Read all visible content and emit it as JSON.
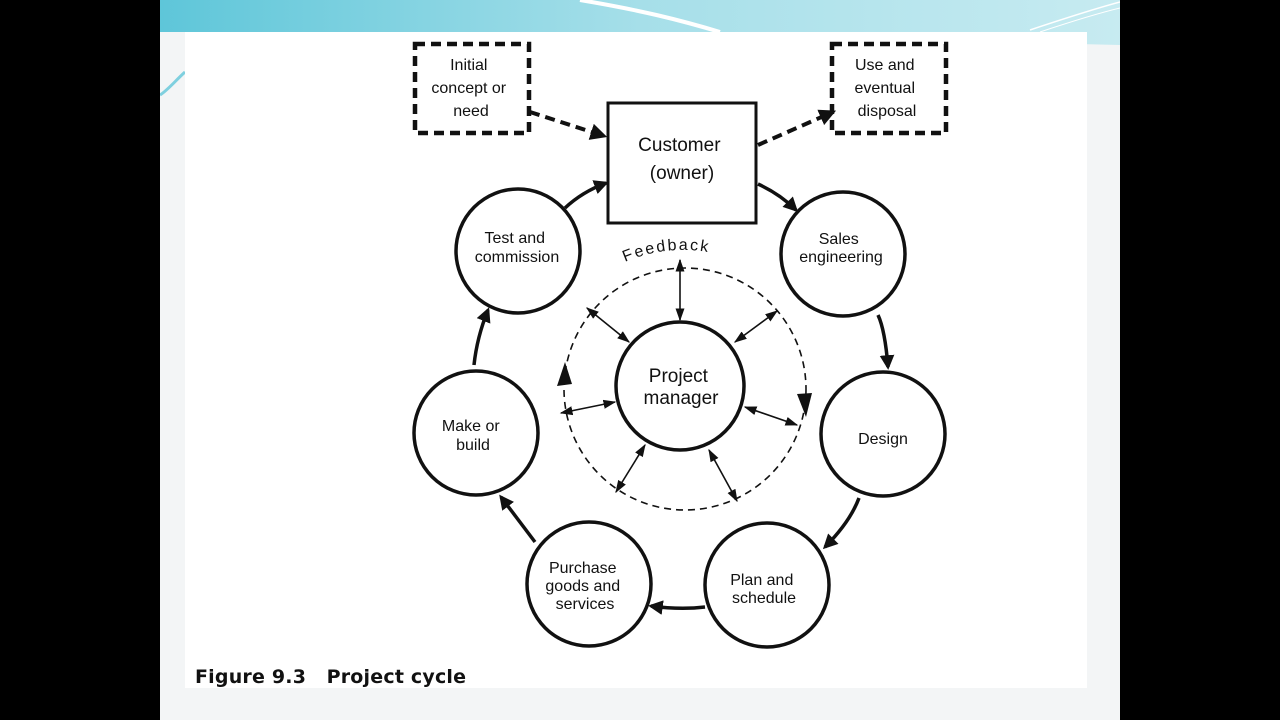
{
  "diagram": {
    "customer": [
      "Customer",
      "(owner)"
    ],
    "initial": [
      "Initial",
      "concept or",
      "need"
    ],
    "use": [
      "Use and",
      "eventual",
      "disposal"
    ],
    "feedback": "Feedback",
    "project_manager": [
      "Project",
      "manager"
    ],
    "sales": [
      "Sales",
      "engineering"
    ],
    "design": [
      "Design"
    ],
    "plan": [
      "Plan and",
      "schedule"
    ],
    "purchase": [
      "Purchase",
      "goods and",
      "services"
    ],
    "make": [
      "Make or",
      "build"
    ],
    "test": [
      "Test and",
      "commission"
    ]
  },
  "caption": {
    "label": "Figure 9.3",
    "title": "Project cycle"
  }
}
